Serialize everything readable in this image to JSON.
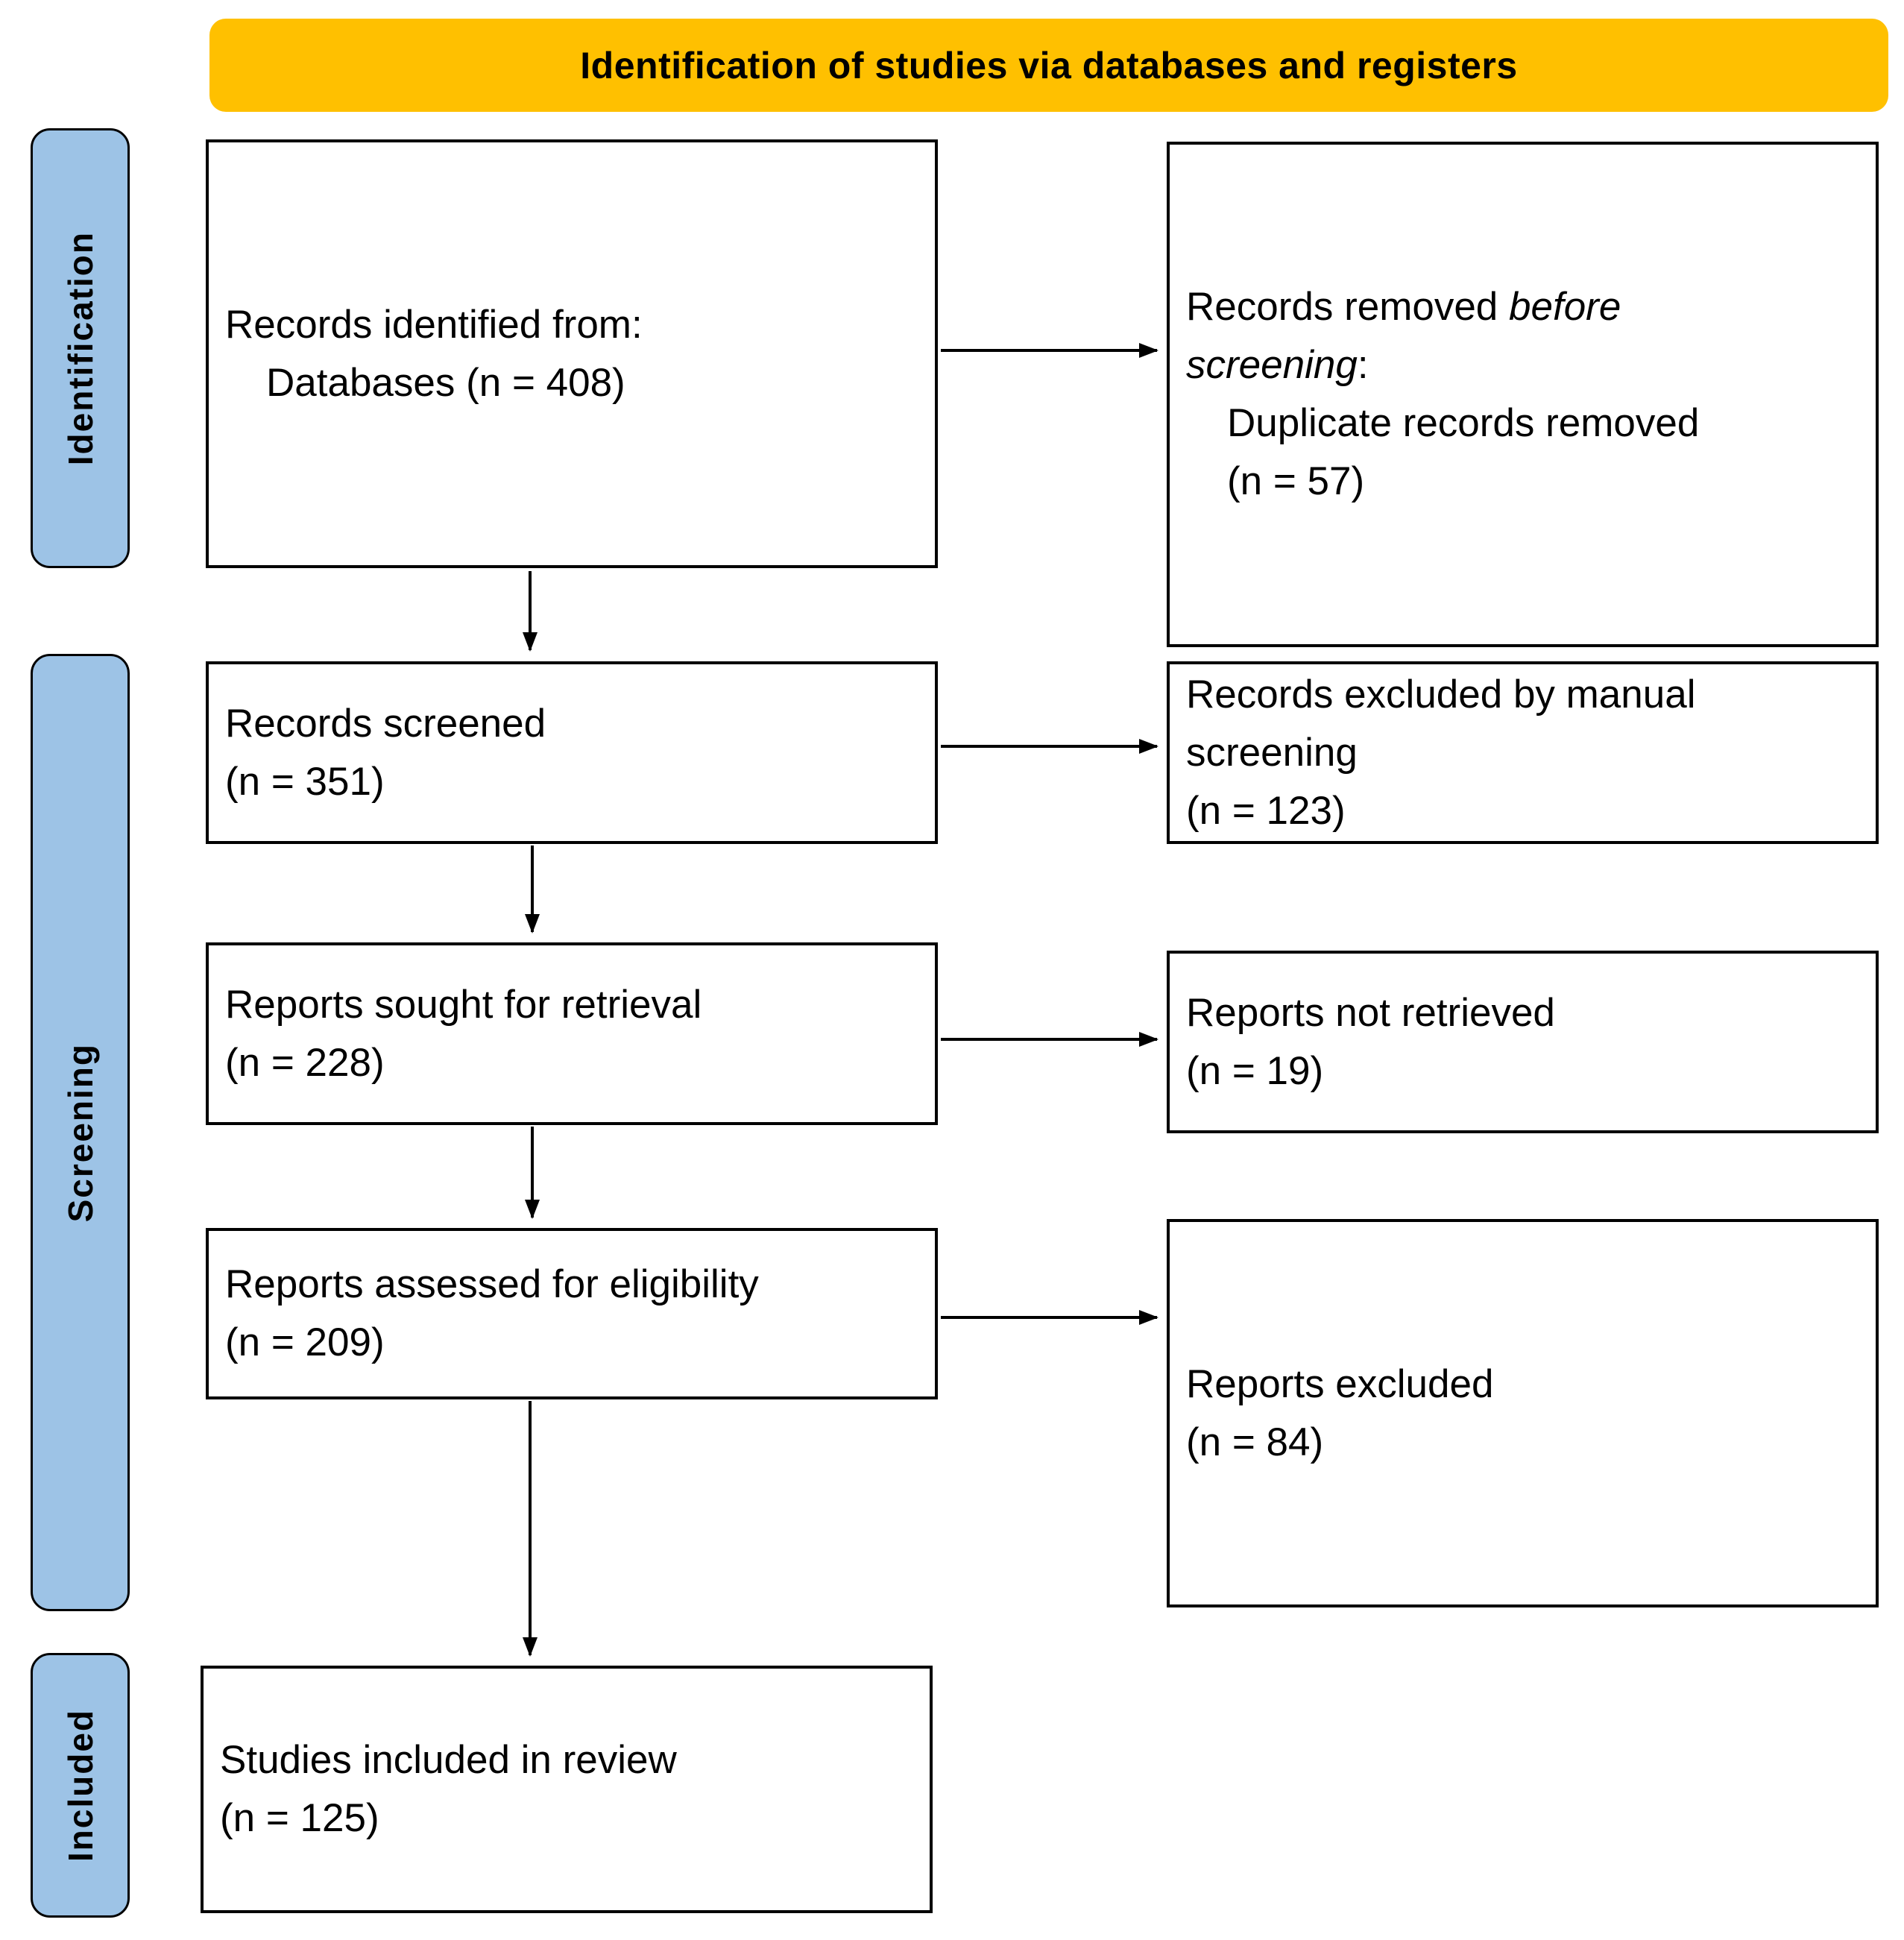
{
  "header": {
    "title": "Identification of studies via databases and registers"
  },
  "colors": {
    "header_bg": "#FFC000",
    "stage_bg": "#9DC3E6",
    "box_border": "#000000"
  },
  "stages": [
    {
      "label": "Identification"
    },
    {
      "label": "Screening"
    },
    {
      "label": "Included"
    }
  ],
  "boxes": {
    "identified": {
      "line1": "Records identified from:",
      "line2": "Databases (n = 408)"
    },
    "removed_before_screening": {
      "prefix": "Records removed ",
      "italic": "before screening",
      "suffix": ":",
      "line2": "Duplicate records removed",
      "line3": "(n = 57)"
    },
    "screened": {
      "line1": "Records screened",
      "line2": "(n = 351)"
    },
    "excluded_manual": {
      "line1": "Records excluded by manual screening",
      "line2": "(n = 123)"
    },
    "sought": {
      "line1": "Reports sought for retrieval",
      "line2": "(n = 228)"
    },
    "not_retrieved": {
      "line1": "Reports not retrieved",
      "line2": "(n = 19)"
    },
    "assessed": {
      "line1": "Reports assessed for eligibility",
      "line2": "(n = 209)"
    },
    "reports_excluded": {
      "line1": "Reports excluded",
      "line2": "(n = 84)"
    },
    "included_review": {
      "line1": "Studies included in review",
      "line2": "(n = 125)"
    }
  }
}
